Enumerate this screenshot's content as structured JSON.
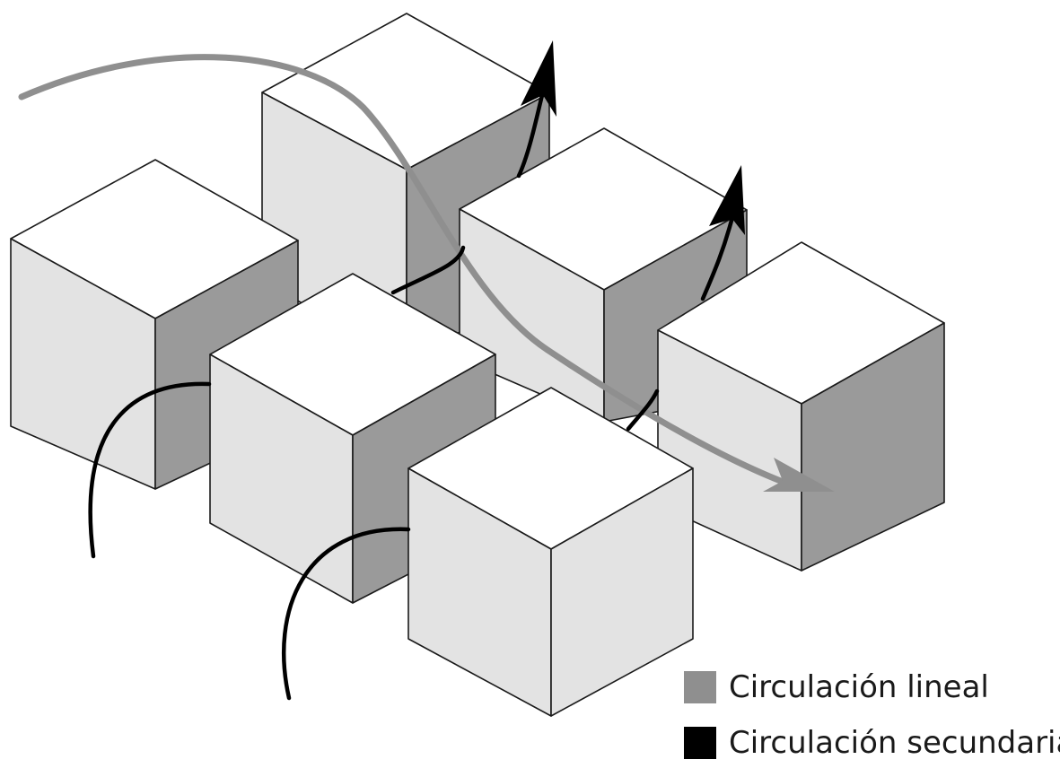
{
  "legend": {
    "primary": {
      "label": "Circulación lineal",
      "color": "#8f8f8f"
    },
    "secondary": {
      "label": "Circulación secundaria",
      "color": "#000000"
    }
  },
  "colors": {
    "cube_top": "#ffffff",
    "cube_left": "#e3e3e3",
    "cube_right": "#9a9a9a",
    "outline": "#1a1a1a"
  },
  "elements": {
    "cubes": 6,
    "primary_path_icon": "curved-arrow",
    "secondary_path_icon": "curved-arrow"
  }
}
